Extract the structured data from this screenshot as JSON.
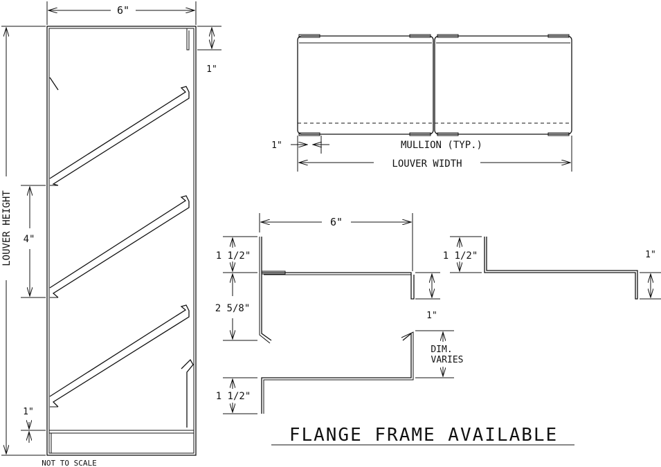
{
  "louver_section": {
    "width_label": "6\"",
    "height_label": "LOUVER HEIGHT",
    "blade_spacing_label": "4\"",
    "top_dim_label": "1\"",
    "bottom_dim_label": "1\"",
    "note": "NOT TO SCALE"
  },
  "plan_view": {
    "mullion_label": "MULLION (TYP.)",
    "width_label": "LOUVER WIDTH",
    "edge_dim_label": "1\""
  },
  "flange_frame": {
    "width_label": "6\"",
    "upper_flange_label": "1 1/2\"",
    "depth_label": "2 5/8\"",
    "right_return_label": "1\"",
    "dim_varies_label_line1": "DIM.",
    "dim_varies_label_line2": "VARIES",
    "lower_flange_label": "1 1/2\"",
    "alt_flange_label": "1 1/2\"",
    "alt_return_label": "1\"",
    "title": "FLANGE FRAME AVAILABLE"
  }
}
